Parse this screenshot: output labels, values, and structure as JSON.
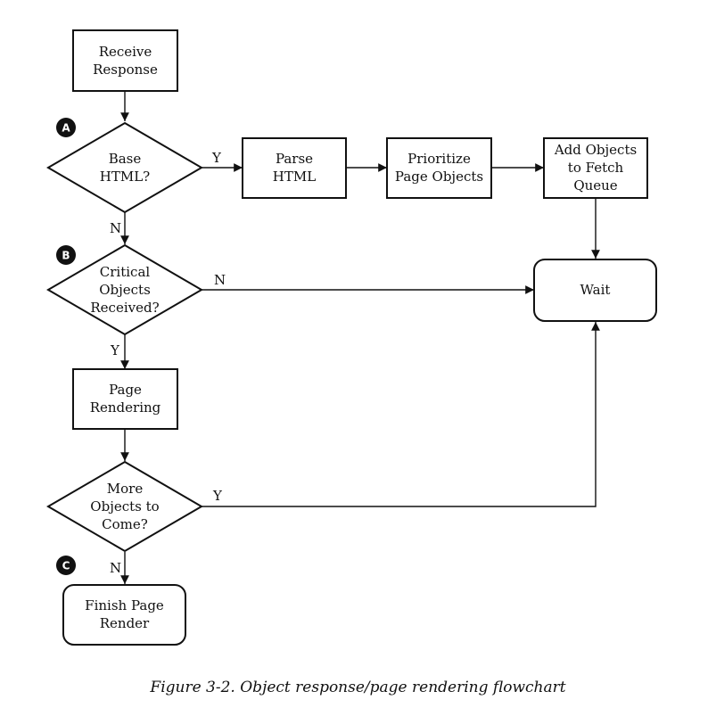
{
  "nodes": {
    "receive": [
      "Receive",
      "Response"
    ],
    "base_html": [
      "Base",
      "HTML?"
    ],
    "parse": [
      "Parse",
      "HTML"
    ],
    "prioritize": [
      "Prioritize",
      "Page Objects"
    ],
    "add_objects": [
      "Add Objects",
      "to Fetch",
      "Queue"
    ],
    "critical": [
      "Critical",
      "Objects",
      "Received?"
    ],
    "wait": [
      "Wait"
    ],
    "rendering": [
      "Page",
      "Rendering"
    ],
    "more_objects": [
      "More",
      "Objects to",
      "Come?"
    ],
    "finish": [
      "Finish Page",
      "Render"
    ]
  },
  "branches": {
    "base_yes": "Y",
    "base_no": "N",
    "critical_no": "N",
    "critical_yes": "Y",
    "more_yes": "Y",
    "more_no": "N"
  },
  "badges": {
    "a": "A",
    "b": "B",
    "c": "C"
  },
  "caption": "Figure 3-2. Object response/page rendering flowchart"
}
